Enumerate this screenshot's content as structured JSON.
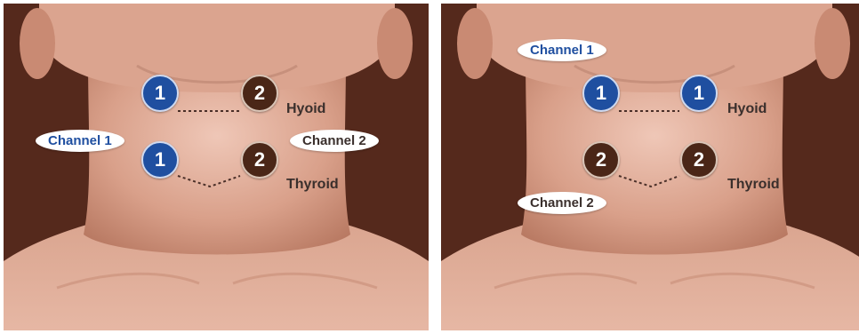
{
  "panels": [
    {
      "markers": {
        "hyoid_left": "1",
        "hyoid_right": "2",
        "thyroid_left": "1",
        "thyroid_right": "2"
      },
      "labels": {
        "hyoid": "Hyoid",
        "thyroid": "Thyroid",
        "channel_1": "Channel 1",
        "channel_2": "Channel 2"
      }
    },
    {
      "markers": {
        "hyoid_left": "1",
        "hyoid_right": "1",
        "thyroid_left": "2",
        "thyroid_right": "2"
      },
      "labels": {
        "hyoid": "Hyoid",
        "thyroid": "Thyroid",
        "channel_1": "Channel 1",
        "channel_2": "Channel 2"
      }
    }
  ],
  "colors": {
    "background": "#55291c",
    "skin": "#d9a08a",
    "channel_1": "#1f4fa0",
    "channel_2": "#4a2617"
  }
}
